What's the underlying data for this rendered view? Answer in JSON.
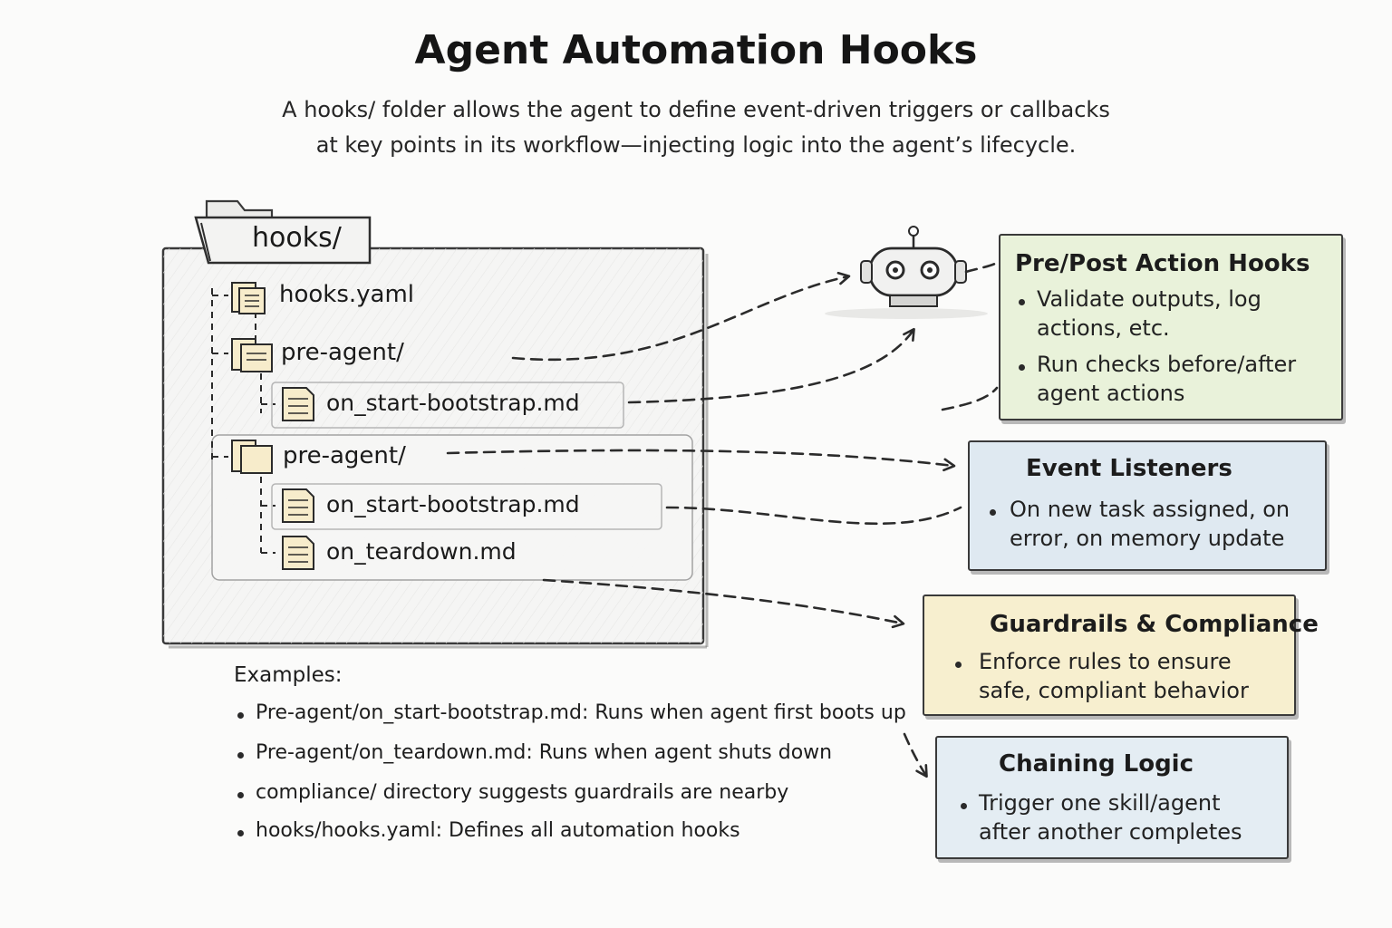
{
  "title": "Agent Automation Hooks",
  "subtitle_lines": [
    "A hooks/ folder allows the agent to define event-driven triggers or callbacks",
    "at key points in its workflow—injecting logic into the agent’s lifecycle."
  ],
  "folder": {
    "name": "hooks/",
    "entries": [
      {
        "label": "hooks.yaml",
        "kind": "file-stack"
      },
      {
        "label": "pre-agent/",
        "kind": "folder"
      },
      {
        "label": "on_start-bootstrap.md",
        "kind": "file"
      },
      {
        "label": "pre-agent/",
        "kind": "folder"
      },
      {
        "label": "on_start-bootstrap.md",
        "kind": "file"
      },
      {
        "label": "on_teardown.md",
        "kind": "file"
      }
    ]
  },
  "cards": [
    {
      "title": "Pre/Post Action Hooks",
      "icon": "",
      "color": "#e9f2da",
      "items": [
        "Validate outputs, log actions, etc.",
        "Run checks before/after agent actions"
      ]
    },
    {
      "title": "Event Listeners",
      "icon": "bell-icon",
      "color": "#dfe9f1",
      "items": [
        "On new task assigned, on error, on memory update"
      ]
    },
    {
      "title": "Guardrails & Compliance",
      "icon": "shield-check-icon",
      "color": "#f7efcf",
      "items": [
        "Enforce rules to ensure safe, compliant behavior"
      ]
    },
    {
      "title": "Chaining Logic",
      "icon": "cube-icon",
      "color": "#e4edf3",
      "items": [
        "Trigger one skill/agent after another completes"
      ]
    }
  ],
  "examples": {
    "title": "Examples:",
    "items": [
      "Pre-agent/on_start-bootstrap.md: Runs when agent first boots up",
      "Pre-agent/on_teardown.md: Runs when agent shuts down",
      "compliance/ directory suggests guardrails are nearby",
      "hooks/hooks.yaml: Defines all automation hooks"
    ]
  },
  "colors": {
    "ink": "#2b2b2b",
    "file_fill": "#f7eccb",
    "panel_fill": "#f4f4f3"
  }
}
